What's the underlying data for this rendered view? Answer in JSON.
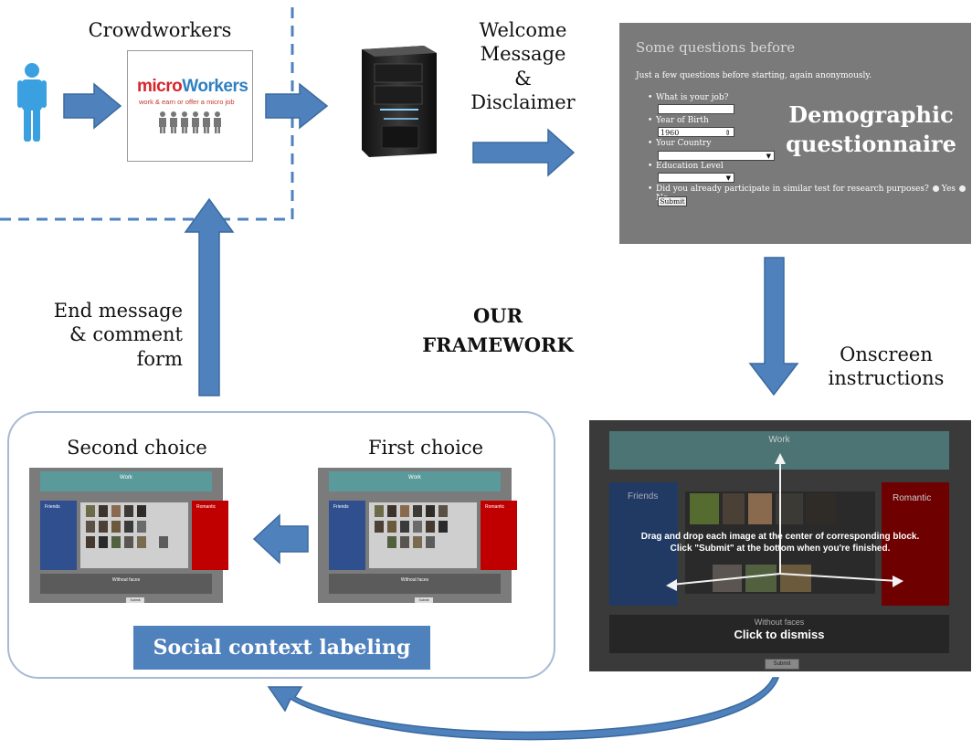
{
  "labels": {
    "crowdworkers": "Crowdworkers",
    "welcome": [
      "Welcome",
      "Message",
      "&",
      "Disclaimer"
    ],
    "end_message": [
      "End message",
      "& comment",
      "form"
    ],
    "framework": [
      "OUR",
      "FRAMEWORK"
    ],
    "onscreen": [
      "Onscreen",
      "instructions"
    ],
    "second_choice": "Second choice",
    "first_choice": "First choice",
    "social_context": "Social context labeling"
  },
  "microworkers": {
    "brand_part1": "micro",
    "brand_part2": "Workers",
    "tagline": "work & earn or offer a micro job"
  },
  "questionnaire": {
    "heading": "Some questions before",
    "intro": "Just a few questions before starting, again anonymously.",
    "q_job": "What is your job?",
    "q_birth": "Year of Birth",
    "birth_value": "1960",
    "q_country": "Your Country",
    "q_education": "Education Level",
    "q_participate": "Did you already participate in similar test for research purposes?",
    "opt_yes": "Yes",
    "opt_no": "No",
    "submit": "Submit",
    "label": "Demographic questionnaire"
  },
  "instructions_panel": {
    "work": "Work",
    "friends": "Friends",
    "romantic": "Romantic",
    "without_faces": "Without faces",
    "instruction_line1": "Drag and drop each image at the center of corresponding block.",
    "instruction_line2": "Click \"Submit\" at the bottom when you're finished.",
    "dismiss": "Click to dismiss",
    "submit": "Submit"
  },
  "small_panels": {
    "work": "Work",
    "friends": "Friends",
    "romantic": "Romantic",
    "without_faces": "Without faces",
    "submit": "Submit"
  },
  "colors": {
    "arrow": "#4f81bd",
    "arrow_stroke": "#3a6a9e",
    "teal": "#5a9a9a",
    "friends_blue": "#2f4f8f",
    "romantic_red": "#c00000",
    "person_blue": "#3aa0e0"
  }
}
